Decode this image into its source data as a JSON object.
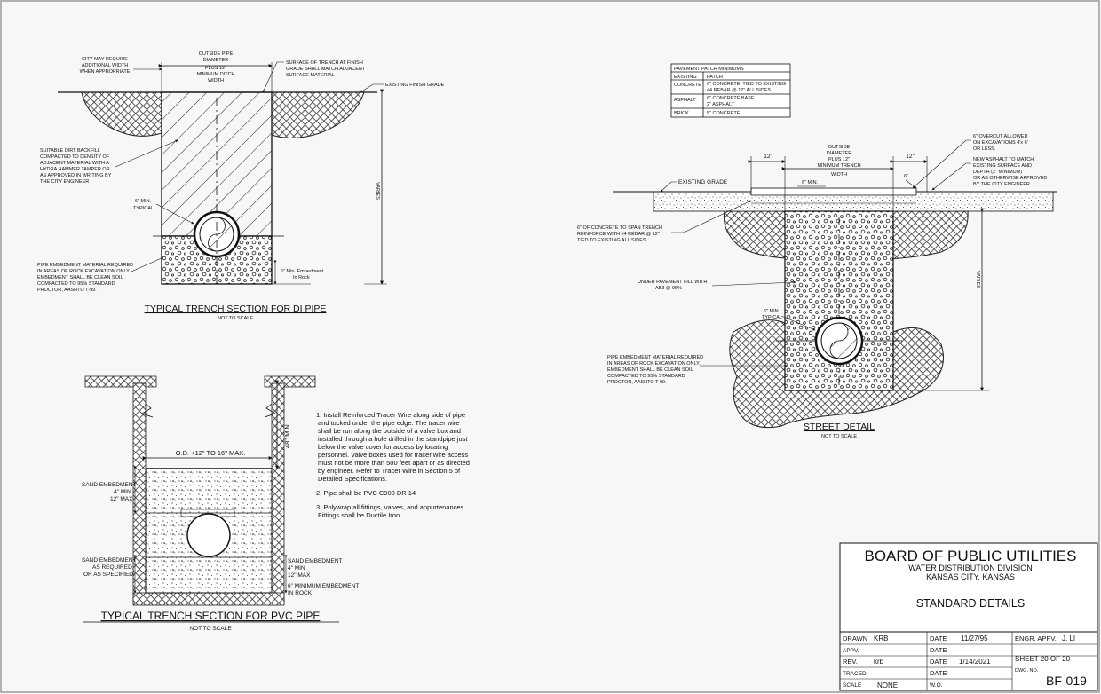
{
  "di_section": {
    "title": "TYPICAL TRENCH SECTION FOR DI PIPE",
    "scale": "NOT TO SCALE",
    "notes": {
      "city_may_require": [
        "CITY MAY REQUIRE",
        "ADDITIONAL WIDTH",
        "WHEN APPROPRIATE"
      ],
      "outside_pipe": [
        "OUTSIDE PIPE",
        "DIAMETER",
        "PLUS 12\"",
        "MINIMUM DITCH",
        "WIDTH"
      ],
      "surface_trench": [
        "SURFACE OF TRENCH AT FINISH",
        "GRADE SHALL MATCH ADJACENT",
        "SURFACE MATERIAL"
      ],
      "existing_finish_grade": "EXISTING FINISH GRADE",
      "backfill": [
        "SUITABLE DIRT BACKFILL",
        "COMPACTED TO DENSITY OF",
        "ADJACENT MATERIAL WITH A",
        "HYDRA HAMMER TAMPER OR",
        "AS APPROVED IN WRITING BY",
        "THE CITY ENGINEER"
      ],
      "six_min": [
        "6\" MIN.",
        "TYPICAL"
      ],
      "varies": "VARIES",
      "embedment": [
        "PIPE EMBEDMENT MATERIAL REQUIRED",
        "IN AREAS OF ROCK EXCAVATION ONLY",
        "EMBEDMENT SHALL BE CLEAN SOIL",
        "COMPACTED TO 95% STANDARD",
        "PROCTOR, AASHTO T-99."
      ],
      "six_min_rock": [
        "6\" Min. Embedment",
        "In Rock"
      ]
    }
  },
  "pvc_section": {
    "title": "TYPICAL TRENCH SECTION FOR PVC PIPE",
    "scale": "NOT TO SCALE",
    "od": "O.D. +12\" TO 16\" MAX.",
    "min_48": "48\" MIN.",
    "sand_left_1": [
      "SAND EMBEDMENT",
      "4\" MIN",
      "12\" MAX"
    ],
    "sand_left_2": [
      "SAND EMBEDMENT",
      "AS REQUIRED,",
      "OR AS SPECIFIED."
    ],
    "sand_right": [
      "SAND EMBEDMENT",
      "4\" MIN",
      "12\" MAX",
      "6\" MINIMUM EMBEDMENT",
      "IN ROCK"
    ]
  },
  "notes": {
    "note1": [
      "1.  Install Reinforced Tracer Wire along side of pipe",
      "and tucked under the pipe edge.  The tracer wire",
      "shall be run along the outside of a valve box and",
      "installed through a hole drilled in the standpipe just",
      "below the valve cover for access by locating",
      "personnel.  Valve boxes used for tracer wire access",
      "must not be more than 500 feet apart or as directed",
      "by engineer.  Refer to Tracer Wire in Section 5 of",
      "Detailed Specifications."
    ],
    "note2": "2.  Pipe shall be PVC C900 DR 14",
    "note3": [
      "3.  Polywrap all fittings, valves, and appurtenances.",
      "Fittings shall be Ductile Iron."
    ]
  },
  "patch_table": {
    "title": "PAVEMENT PATCH MINIMUMS",
    "headers": [
      "EXISTING",
      "PATCH"
    ],
    "rows": [
      {
        "existing": "CONCRETE",
        "patch": [
          "6\" CONCRETE, TIED TO EXISTING",
          "#4 REBAR @ 12\" ALL SIDES"
        ]
      },
      {
        "existing": "ASPHALT",
        "patch": [
          "6\" CONCRETE BASE",
          "2\" ASPHALT"
        ]
      },
      {
        "existing": "BRICK",
        "patch": [
          "8\" CONCRETE"
        ]
      }
    ]
  },
  "street_detail": {
    "title": "STREET DETAIL",
    "scale": "NOT TO SCALE",
    "twelve_left": "12\"",
    "twelve_right": "12\"",
    "outside": [
      "OUTSIDE",
      "DIAMETER",
      "PLUS 12\"",
      "MINIMUM TRENCH",
      "WIDTH"
    ],
    "overcut": [
      "6\" OVERCUT ALLOWED",
      "ON EXCAVATIONS 4'x 6'",
      "OR LESS."
    ],
    "new_asphalt": [
      "NEW ASPHALT TO MATCH",
      "EXISTING SURFACE AND",
      "DEPTH (2\" MINIMUM)",
      "OR AS OTHERWISE APPROVED",
      "BY THE CITY ENGINEER."
    ],
    "six_small": "6\"",
    "existing_grade": "EXISTING GRADE",
    "six_min": "6\" MIN.",
    "concrete_span": [
      "6\" OF CONCRETE TO SPAN TRENCH",
      "REINFORCE WITH #4 REBAR @ 12\"",
      "TIED TO EXISTING ALL SIDES"
    ],
    "under_pavement": [
      "UNDER PAVEMENT FILL WITH",
      "AB3 @ 95%"
    ],
    "six_min_typical": [
      "6\" MIN.",
      "TYPICAL"
    ],
    "varies": "VARIES",
    "embedment": [
      "PIPE EMBEDMENT MATERIAL REQUIRED",
      "IN AREAS OF ROCK EXCAVATION ONLY.",
      "EMBEDMENT SHALL BE CLEAN SOIL",
      "COMPACTED TO 95% STANDARD",
      "PROCTOR, AASHTO T-99."
    ]
  },
  "title_block": {
    "org": "BOARD OF PUBLIC UTILITIES",
    "division": "WATER DISTRIBUTION DIVISION",
    "city": "KANSAS CITY, KANSAS",
    "sheet_title": "STANDARD DETAILS",
    "drawn_label": "DRAWN",
    "drawn": "KRB",
    "date_label": "DATE",
    "date1": "11/27/95",
    "appv_label": "APPV.",
    "rev_label": "REV.",
    "rev": "krb",
    "date2": "1/14/2021",
    "traced_label": "TRACED",
    "scale_label": "SCALE",
    "scale": "NONE",
    "wo_label": "W.O.",
    "engr_label": "ENGR. APPV.",
    "engr": "J. LI",
    "sheet": "SHEET 20 OF 20",
    "dwg_label": "DWG. NO.",
    "dwg": "BF-019"
  }
}
